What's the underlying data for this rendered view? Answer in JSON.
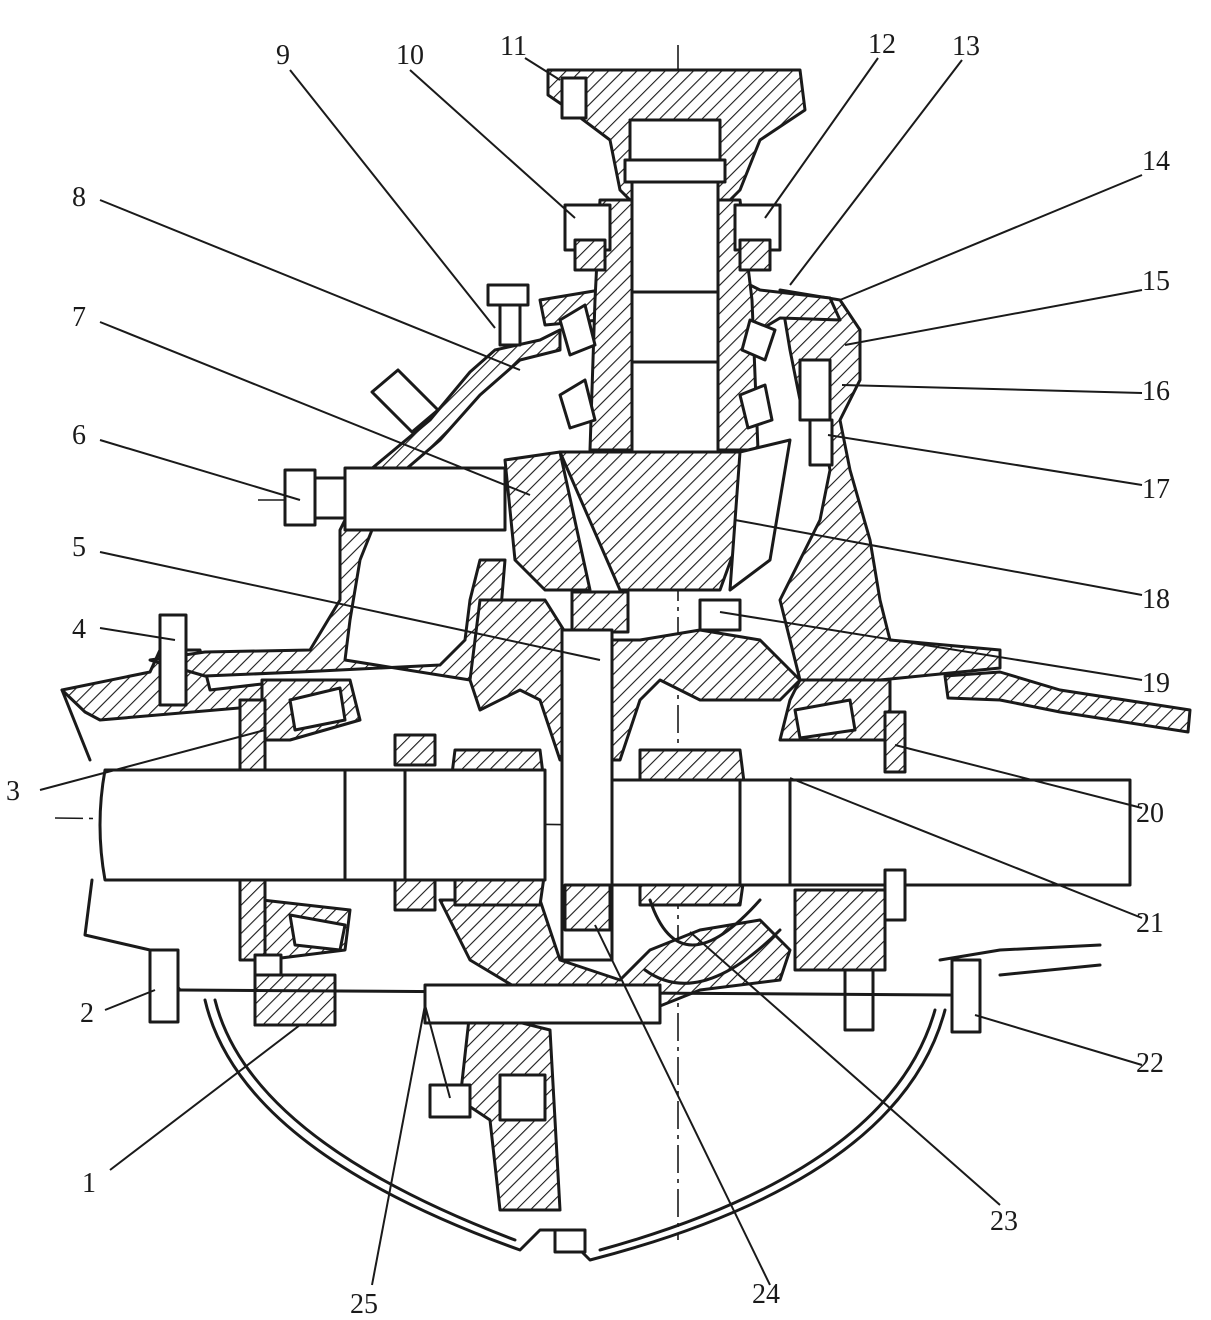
{
  "diagram": {
    "labels": [
      {
        "id": "1",
        "text": "1"
      },
      {
        "id": "2",
        "text": "2"
      },
      {
        "id": "3",
        "text": "3"
      },
      {
        "id": "4",
        "text": "4"
      },
      {
        "id": "5",
        "text": "5"
      },
      {
        "id": "6",
        "text": "6"
      },
      {
        "id": "7",
        "text": "7"
      },
      {
        "id": "8",
        "text": "8"
      },
      {
        "id": "9",
        "text": "9"
      },
      {
        "id": "10",
        "text": "10"
      },
      {
        "id": "11",
        "text": "11"
      },
      {
        "id": "12",
        "text": "12"
      },
      {
        "id": "13",
        "text": "13"
      },
      {
        "id": "14",
        "text": "14"
      },
      {
        "id": "15",
        "text": "15"
      },
      {
        "id": "16",
        "text": "16"
      },
      {
        "id": "17",
        "text": "17"
      },
      {
        "id": "18",
        "text": "18"
      },
      {
        "id": "19",
        "text": "19"
      },
      {
        "id": "20",
        "text": "20"
      },
      {
        "id": "21",
        "text": "21"
      },
      {
        "id": "22",
        "text": "22"
      },
      {
        "id": "23",
        "text": "23"
      },
      {
        "id": "24",
        "text": "24"
      },
      {
        "id": "25",
        "text": "25"
      }
    ]
  }
}
